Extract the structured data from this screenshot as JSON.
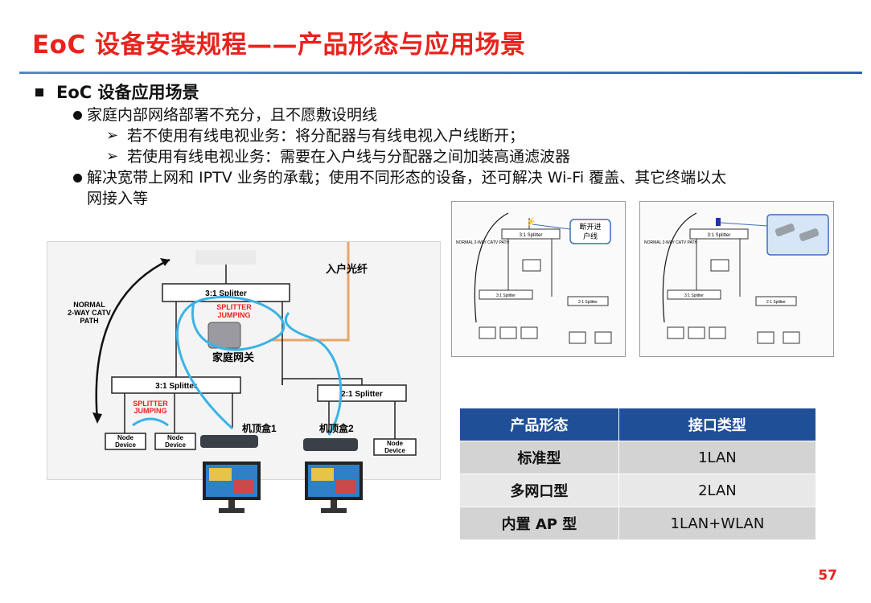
{
  "title": "EoC 设备安装规程——产品形态与应用场景",
  "section": "EoC 设备应用场景",
  "bullets": [
    {
      "text": "家庭内部网络部署不充分，且不愿敷设明线",
      "subs": [
        "若不使用有线电视业务：将分配器与有线电视入户线断开；",
        "若使用有线电视业务：需要在入户线与分配器之间加装高通滤波器"
      ]
    },
    {
      "text": "解决宽带上网和 IPTV 业务的承载；使用不同形态的设备，还可解决 Wi-Fi 覆盖、其它终端以太",
      "text2": "网接入等"
    }
  ],
  "diagram": {
    "normal_path_1": "NORMAL",
    "normal_path_2": "2-WAY CATV",
    "normal_path_3": "PATH",
    "splitter_top": "3:1 Splitter",
    "splitter_left": "3:1 Splitter",
    "splitter_right": "2:1 Splitter",
    "jumping_1a": "SPLITTER",
    "jumping_1b": "JUMPING",
    "jumping_2a": "SPLITTER",
    "jumping_2b": "JUMPING",
    "fiber": "入户光纤",
    "gateway": "家庭网关",
    "stb1": "机顶盒1",
    "stb2": "机顶盒2",
    "node_line1": "Node",
    "node_line2": "Device"
  },
  "mini_a": {
    "callout_1": "断开进",
    "callout_2": "户线",
    "splitter_top": "3:1 Splitter",
    "splitter_l": "3:1 Splitter",
    "splitter_r": "2:1 Splitter",
    "normal": "NORMAL 2-WAY CATV PATH"
  },
  "mini_b": {
    "splitter_top": "3:1 Splitter",
    "splitter_l": "3:1 Splitter",
    "splitter_r": "2:1 Splitter",
    "normal": "NORMAL 2-WAY CATV PATH"
  },
  "table": {
    "headers": [
      "产品形态",
      "接口类型"
    ],
    "rows": [
      [
        "标准型",
        "1LAN"
      ],
      [
        "多网口型",
        "2LAN"
      ],
      [
        "内置 AP 型",
        "1LAN+WLAN"
      ]
    ]
  },
  "page_number": "57",
  "colors": {
    "title": "#e8231e",
    "rule": "#2d63b8",
    "table_header": "#1f4f97",
    "cable": "#3ab3e6",
    "fiber": "#e8a56a"
  }
}
